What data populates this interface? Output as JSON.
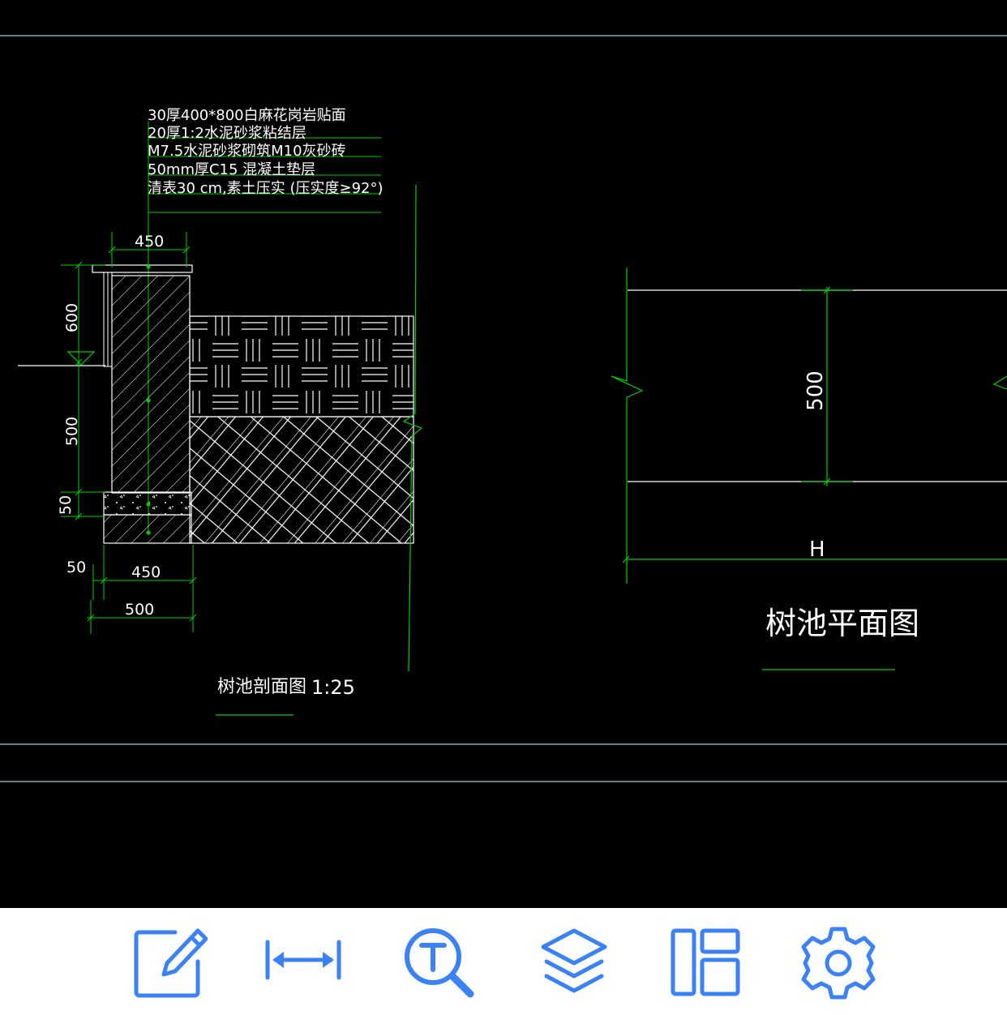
{
  "drawing": {
    "notes": [
      "30厚400*800白麻花岗岩贴面",
      "20厚1:2水泥砂浆粘结层",
      "M7.5水泥砂浆砌筑M10灰砂砖",
      "50mm厚C15 混凝土垫层",
      "清表30 cm,素土压实 (压实度≥92°)"
    ],
    "section": {
      "dim_top": "450",
      "dim_600": "600",
      "dim_500": "500",
      "dim_50_left": "50",
      "dim_50_bottom": "50",
      "dim_450_bottom": "450",
      "dim_500_bottom": "500",
      "title": "树池剖面图",
      "scale": "1:25"
    },
    "plan": {
      "dim_500": "500",
      "dim_h": "H",
      "title": "树池平面图"
    },
    "colors": {
      "dim": "#00d000",
      "line": "#ffffff",
      "frame": "#8fd3d8",
      "text": "#ffffff"
    }
  },
  "toolbar": {
    "accent": "#3b82f6",
    "buttons": [
      {
        "name": "edit-icon"
      },
      {
        "name": "measure-icon"
      },
      {
        "name": "text-search-icon"
      },
      {
        "name": "layers-icon"
      },
      {
        "name": "layout-icon"
      },
      {
        "name": "gear-icon"
      }
    ]
  }
}
